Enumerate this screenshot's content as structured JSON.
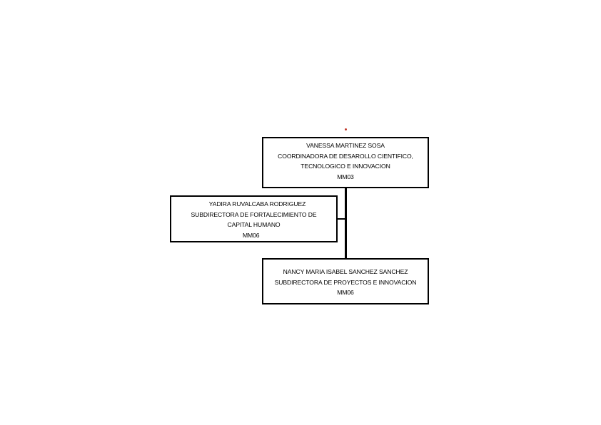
{
  "boxes": {
    "top": {
      "name": "VANESSA MARTINEZ SOSA",
      "title_line1": "COORDINADORA DE DESAROLLO CIENTIFICO,",
      "title_line2": "TECNOLOGICO E INNOVACION",
      "code": "MM03"
    },
    "left": {
      "name": "YADIRA RUVALCABA RODRIGUEZ",
      "title_line1": "SUBDIRECTORA DE FORTALECIMIENTO DE",
      "title_line2": "CAPITAL HUMANO",
      "code": "MM06"
    },
    "bottom": {
      "name": "NANCY MARIA ISABEL SANCHEZ SANCHEZ",
      "title_line1": "SUBDIRECTORA DE PROYECTOS E INNOVACION",
      "code": "MM06"
    }
  },
  "logo": {
    "icon": "institution-logo-icon",
    "color": "#c0392b"
  }
}
